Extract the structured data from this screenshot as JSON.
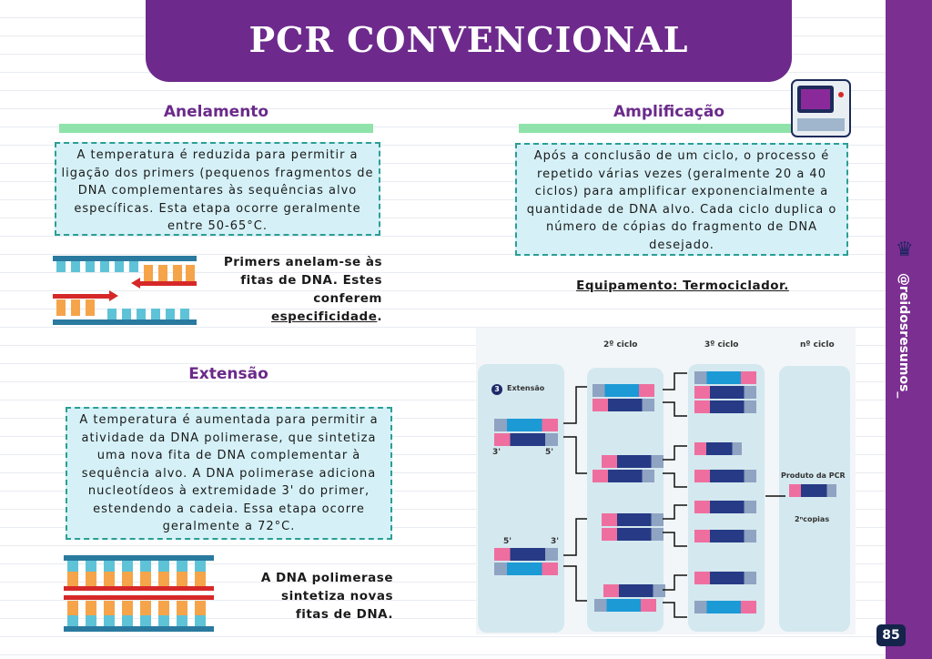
{
  "title": "PCR CONVENCIONAL",
  "anelamento": {
    "heading": "Anelamento",
    "text": "A temperatura é reduzida para permitir a ligação dos primers (pequenos fragmentos de DNA complementares às sequências alvo específicas. Esta etapa ocorre geralmente entre 50-65°C.",
    "caption_1": "Primers anelam-se às fitas de DNA. Estes conferem",
    "caption_2": "especificidade",
    "caption_3": "."
  },
  "amplificacao": {
    "heading": "Amplificação",
    "text": "Após a conclusão de um ciclo, o processo é repetido várias vezes (geralmente 20 a 40 ciclos) para amplificar exponencialmente a quantidade de DNA alvo. Cada ciclo duplica o número de cópias do fragmento de DNA desejado.",
    "equipment": "Equipamento: Termociclador."
  },
  "extensao": {
    "heading": "Extensão",
    "text": "A temperatura é aumentada para permitir a atividade da DNA polimerase, que sintetiza uma nova fita de DNA complementar à sequência alvo. A DNA polimerase adiciona nucleotídeos à extremidade 3' do primer, estendendo a cadeia. Essa etapa ocorre geralmente a 72°C.",
    "caption": "A DNA polimerase sintetiza novas fitas de DNA."
  },
  "diagram": {
    "step_num": "3",
    "step": "Extensão",
    "c2": "2º ciclo",
    "c3": "3º ciclo",
    "cn": "nº ciclo",
    "p3a": "3'",
    "p5a": "5'",
    "p5b": "5'",
    "p3b": "3'",
    "product": "Produto da PCR",
    "copies": "2ⁿcopias"
  },
  "sidebar": {
    "handle": "@reidosresumos_",
    "page": "85"
  }
}
